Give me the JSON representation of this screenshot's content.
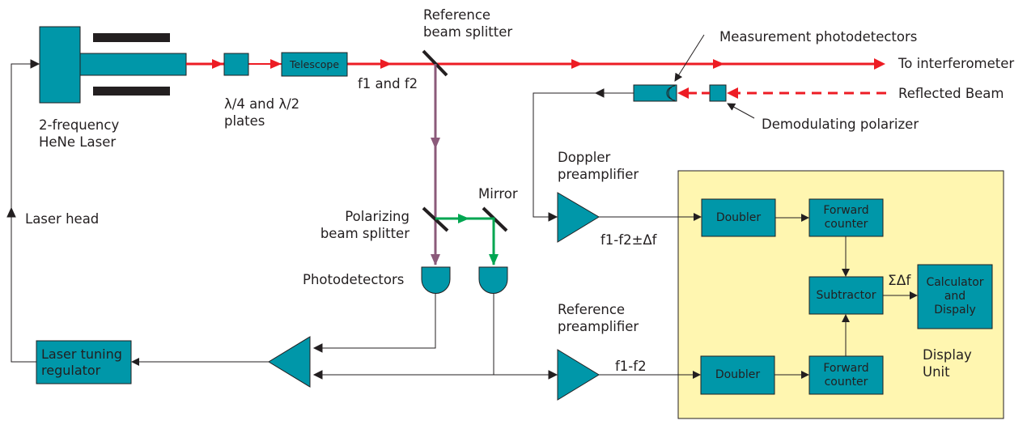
{
  "colors": {
    "teal": "#0097a9",
    "laser_beam": "#ed1c24",
    "reference_beam": "#8b5a7a",
    "polarized_beam": "#00a651",
    "signal_line": "#231f20",
    "display_unit_bg": "#fff6b0"
  },
  "laser": {
    "label_line1": "2-frequency",
    "label_line2": "HeNe Laser"
  },
  "plates": {
    "label_line1": "λ/4 and λ/2",
    "label_line2": "plates"
  },
  "telescope": {
    "label": "Telescope"
  },
  "beam_label": "f1 and f2",
  "reference_beam_splitter": {
    "label_line1": "Reference",
    "label_line2": "beam splitter"
  },
  "measurement_photodetectors": {
    "label": "Measurement photodetectors"
  },
  "to_interferometer": {
    "label": "To interferometer"
  },
  "reflected_beam": {
    "label": "Reflected Beam"
  },
  "demodulating_polarizer": {
    "label": "Demodulating polarizer"
  },
  "doppler_preamp": {
    "label_line1": "Doppler",
    "label_line2": "preamplifier",
    "signal": "f1-f2±Δf"
  },
  "mirror": {
    "label": "Mirror"
  },
  "polarizing_beam_splitter": {
    "label_line1": "Polarizing",
    "label_line2": "beam splitter"
  },
  "photodetectors": {
    "label": "Photodetectors"
  },
  "laser_head": {
    "label": "Laser head"
  },
  "laser_tuning_regulator": {
    "label_line1": "Laser tuning",
    "label_line2": "regulator"
  },
  "reference_preamp": {
    "label_line1": "Reference",
    "label_line2": "preamplifier",
    "signal": "f1-f2"
  },
  "display_unit": {
    "label_line1": "Display",
    "label_line2": "Unit",
    "doubler_top": "Doubler",
    "forward_counter_top_line1": "Forward",
    "forward_counter_top_line2": "counter",
    "subtractor": "Subtractor",
    "sum_delta_f": "ΣΔf",
    "calculator_line1": "Calculator",
    "calculator_line2": "and",
    "calculator_line3": "Dispaly",
    "doubler_bottom": "Doubler",
    "forward_counter_bottom_line1": "Forward",
    "forward_counter_bottom_line2": "counter"
  }
}
